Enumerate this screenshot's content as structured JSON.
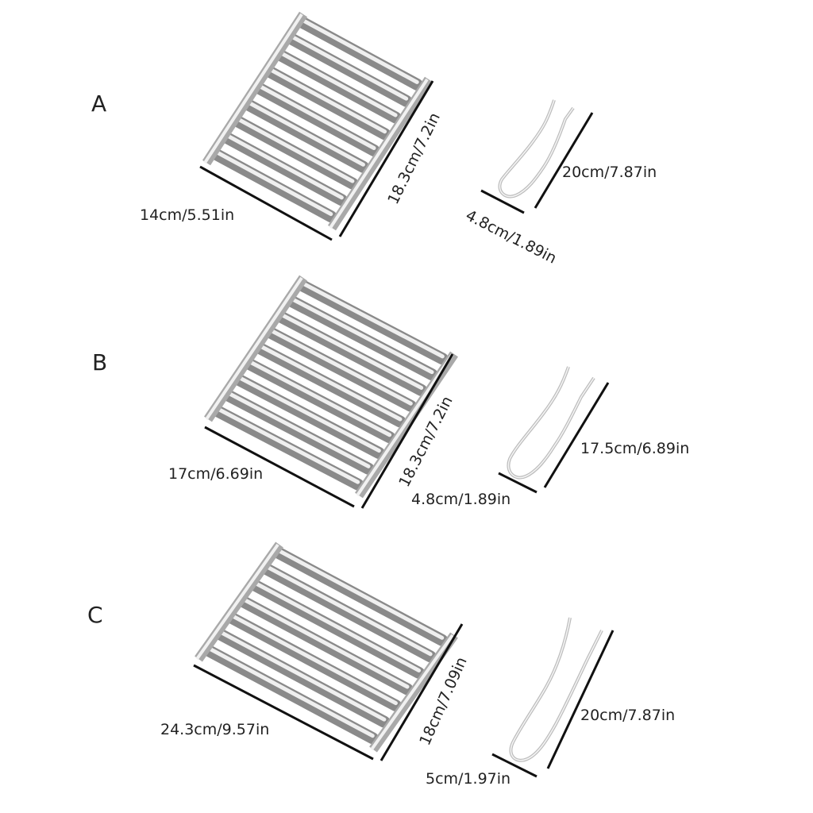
{
  "variants": [
    {
      "label": "A",
      "rack_length": "14cm/5.51in",
      "rack_width": "18.3cm/7.2in",
      "tong_length": "20cm/7.87in",
      "tong_width": "4.8cm/1.89in"
    },
    {
      "label": "B",
      "rack_length": "17cm/6.69in",
      "rack_width": "18.3cm/7.2in",
      "tong_length": "17.5cm/6.89in",
      "tong_width": "4.8cm/1.89in"
    },
    {
      "label": "C",
      "rack_length": "24.3cm/9.57in",
      "rack_width": "18cm/7.09in",
      "tong_length": "20cm/7.87in",
      "tong_width": "5cm/1.97in"
    }
  ],
  "colors": {
    "background": "#ffffff",
    "text": "#222222",
    "dimension_line": "#111111",
    "steel_light": "#f2f2f2",
    "steel_mid": "#b8b8b8",
    "steel_dark": "#7a7a7a"
  }
}
